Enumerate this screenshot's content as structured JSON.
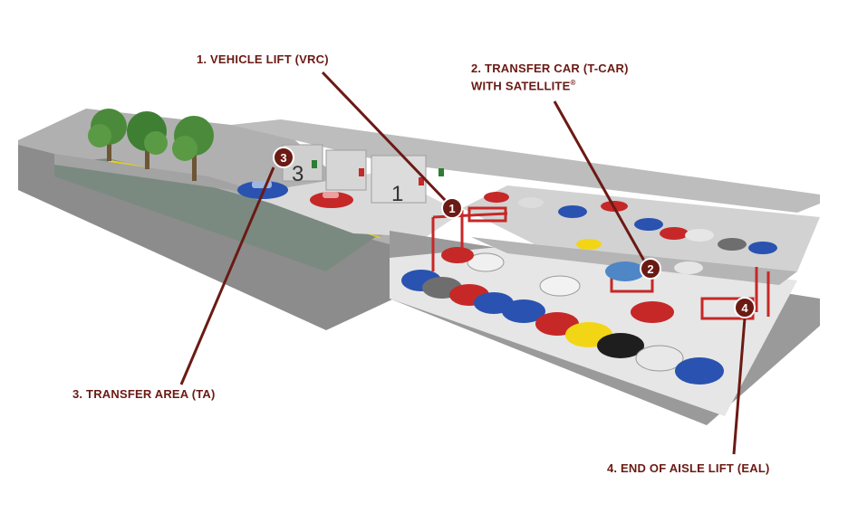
{
  "callouts": [
    {
      "number": "1",
      "lines": [
        "1. VEHICLE LIFT (VRC)"
      ]
    },
    {
      "number": "2",
      "lines": [
        "2. TRANSFER CAR (T-CAR)",
        "WITH SATELLITE"
      ],
      "superscript": "®"
    },
    {
      "number": "3",
      "lines": [
        "3. TRANSFER AREA (TA)"
      ]
    },
    {
      "number": "4",
      "lines": [
        "4. END OF AISLE LIFT (EAL)"
      ]
    }
  ],
  "bay_numbers": [
    "3",
    "1"
  ],
  "colors": {
    "label_text": "#6b1a14",
    "leader_line": "#6b1a14",
    "marker_fill": "#6b1a14",
    "lift_frame": "#c62828",
    "structure_top": "#bdbdbd",
    "structure_side": "#8a8a8a",
    "floor": "#e4e4e4",
    "ramp": "#7f8c84",
    "yellow_stripe": "#e8d21a"
  },
  "icons": [
    "tree-icon",
    "car-icon",
    "numbered-marker-icon"
  ]
}
